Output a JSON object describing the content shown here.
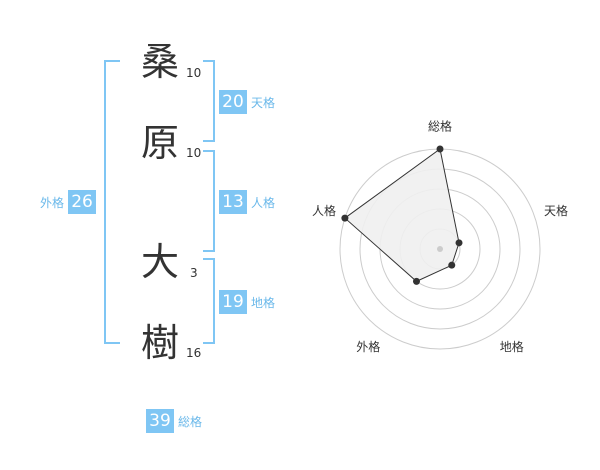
{
  "name": {
    "chars": [
      {
        "char": "桑",
        "strokes": "10"
      },
      {
        "char": "原",
        "strokes": "10"
      },
      {
        "char": "大",
        "strokes": "3"
      },
      {
        "char": "樹",
        "strokes": "16"
      }
    ]
  },
  "fortunes": {
    "tenkaku": {
      "value": "20",
      "label": "天格"
    },
    "jinkaku": {
      "value": "13",
      "label": "人格"
    },
    "chikaku": {
      "value": "19",
      "label": "地格"
    },
    "gaikaku": {
      "value": "26",
      "label": "外格"
    },
    "soukaku": {
      "value": "39",
      "label": "総格"
    }
  },
  "chart_data": {
    "type": "radar",
    "axes": [
      "総格",
      "天格",
      "地格",
      "外格",
      "人格"
    ],
    "values": [
      5,
      1,
      1,
      2,
      5
    ],
    "rmax": 5,
    "rings": 5,
    "colors": {
      "fill": "#f0f0f0",
      "line": "#333333",
      "grid": "#cccccc",
      "center": "#cccccc"
    }
  }
}
